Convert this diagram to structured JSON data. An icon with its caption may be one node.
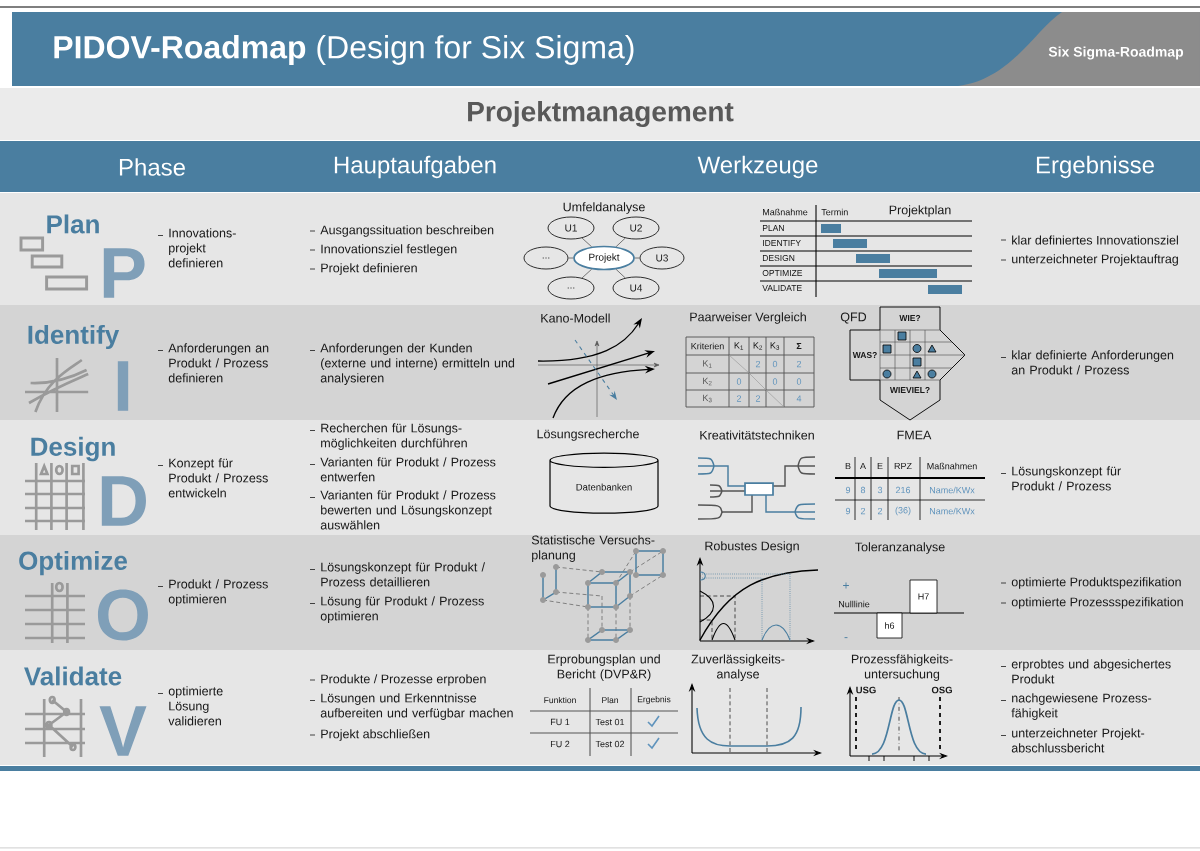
{
  "diagram": {
    "title": "**PIDOV-Roadmap** (Design for Six Sigma)",
    "nodes": [
      {
        "text": [
          "U1"
        ]
      },
      {
        "text": [
          "U2"
        ]
      },
      {
        "text": [
          "..."
        ]
      },
      {
        "text": [
          "Projekt"
        ]
      },
      {
        "text": [
          "U3"
        ]
      },
      {
        "text": [
          "..."
        ]
      },
      {
        "text": [
          "U4"
        ]
      },
      {
        "text": [
          "Datenbanken"
        ]
      },
      {
        "text": [
          "H7"
        ]
      },
      {
        "text": [
          "h6"
        ]
      }
    ],
    "edges": [
      {
        "from": 3,
        "to": 0,
        "arrow": "none"
      },
      {
        "from": 3,
        "to": 1,
        "arrow": "none"
      },
      {
        "from": 3,
        "to": 2,
        "arrow": "none"
      },
      {
        "from": 3,
        "to": 4,
        "arrow": "none"
      },
      {
        "from": 3,
        "to": 5,
        "arrow": "none"
      },
      {
        "from": 3,
        "to": 6,
        "arrow": "none"
      }
    ],
    "labels": [
      "Six Sigma-Roadmap",
      "Projektmanagement",
      "Phase",
      "Hauptaufgaben",
      "Werkzeuge",
      "Ergebnisse",
      "P",
      "Plan",
      "Innovations- projekt definieren",
      "Ausgangssituation beschreiben",
      "Innovationsziel festlegen",
      "Projekt definieren",
      "Umfeldanalyse",
      "Maßnahme",
      "Termin",
      "Projektplan",
      "PLAN",
      "IDENTIFY",
      "DESIGN",
      "OPTIMIZE",
      "VALIDATE",
      "klar definiertes Innovationsziel",
      "unterzeichneter Projektauftrag",
      "I",
      "Identify",
      "Anforderungen an Produkt / Prozess definieren",
      "Anforderungen der Kunden (externe und interne) ermitteln und analysieren",
      "Kano-Modell",
      "Paarweiser Vergleich",
      "Kriterien",
      "K$_{1}$",
      "K$_{2}$",
      "K$_{3}$",
      "Σ",
      "K$_{1}$",
      "2",
      "0",
      "2",
      "K$_{2}$",
      "0",
      "0",
      "0",
      "K$_{3}$",
      "2",
      "2",
      "4",
      "QFD",
      "WIE?",
      "WAS?",
      "WIEVIEL?",
      "klar definierte Anforderungen an Produkt / Prozess",
      "D",
      "Design",
      "Konzept für Produkt / Prozess entwickeln",
      "Recherchen für Lösungs- möglichkeiten durchführen",
      "Varianten für Produkt / Prozess entwerfen",
      "Varianten für Produkt / Prozess bewerten und Lösungskonzept auswählen",
      "Lösungsrecherche",
      "Kreativitätstechniken",
      "FMEA",
      "B",
      "A",
      "E",
      "RPZ",
      "Maßnahmen",
      "9",
      "8",
      "3",
      "216",
      "Name/KWx",
      "9",
      "2",
      "2",
      "(36)",
      "Name/KWx",
      "Lösungskonzept für Produkt / Prozess",
      "O",
      "Optimize",
      "Produkt / Prozess optimieren",
      "Lösungskonzept für Produkt / Prozess detaillieren",
      "Lösung für Produkt / Prozess optimieren",
      "Statistische Versuchs- planung",
      "Robustes Design",
      "Toleranzanalyse",
      "+",
      "Nulllinie",
      "-",
      "optimierte Produktspezifikation",
      "optimierte Prozessspezifikation",
      "V",
      "Validate",
      "optimierte Lösung validieren",
      "Produkte / Prozesse erproben",
      "Lösungen und Erkenntnisse aufbereiten und verfügbar machen",
      "Projekt abschließen",
      "Erprobungsplan und Bericht (DVP&R)",
      "Zuverlässigkeits- analyse",
      "Prozessfähigkeits- untersuchung",
      "Funktion",
      "Plan",
      "Ergebnis",
      "FU 1",
      "Test 01",
      "FU 2",
      "Test 02",
      "USG",
      "OSG",
      "erprobtes und abgesichertes Produkt",
      "nachgewiesene Prozess- fähigkeit",
      "unterzeichneter Projekt- abschlussbericht"
    ]
  }
}
